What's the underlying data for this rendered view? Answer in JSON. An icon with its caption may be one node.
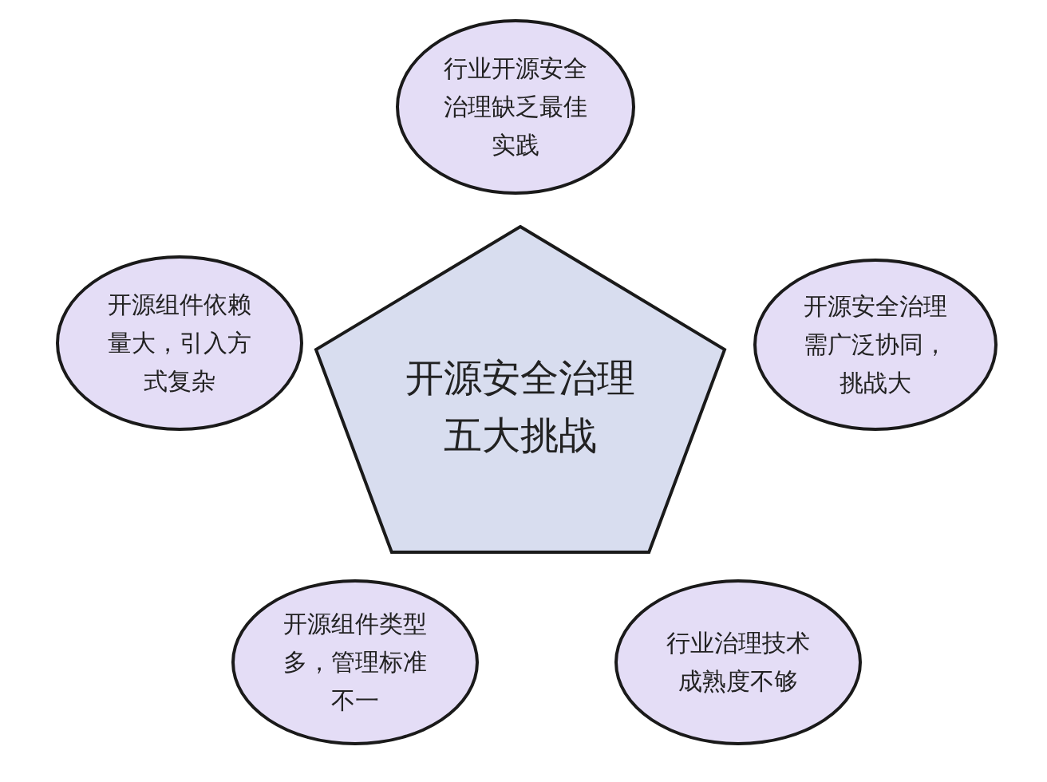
{
  "diagram": {
    "nodes": [
      {
        "text": [
          "行业开源安全治理缺乏最佳实践"
        ]
      },
      {
        "text": [
          "开源组件依赖量大，引入方式复杂"
        ]
      },
      {
        "text": [
          "开源安全治理五大挑战"
        ]
      },
      {
        "text": [
          "开源安全治理需广泛协同，挑战大"
        ]
      },
      {
        "text": [
          "开源组件类型多，管理标准不一"
        ]
      },
      {
        "text": [
          "行业治理技术成熟度不够"
        ]
      }
    ]
  }
}
